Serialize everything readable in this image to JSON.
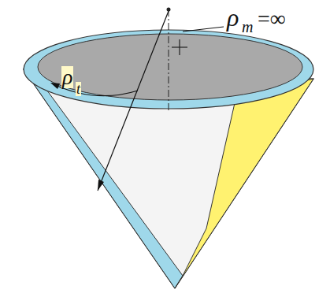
{
  "diagram": {
    "labels": [
      "ρ",
      "m",
      "=∞",
      "ρ",
      "t"
    ]
  }
}
